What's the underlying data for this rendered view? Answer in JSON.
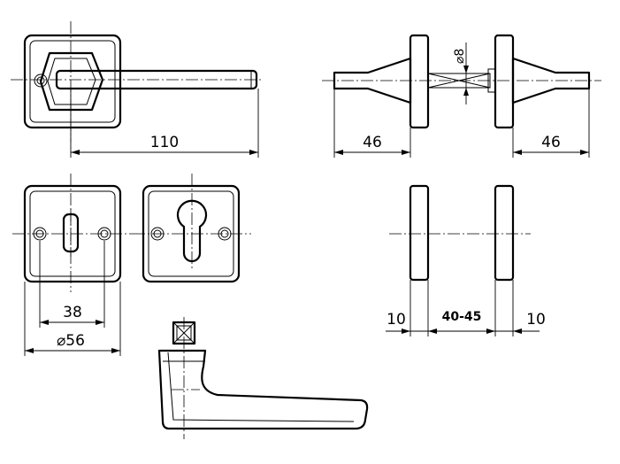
{
  "dimensions": {
    "lever_length": "110",
    "rose_projection_left": "46",
    "rose_projection_right": "46",
    "spindle_diameter": "⌀8",
    "fixing_center_distance": "38",
    "rose_diameter": "⌀56",
    "rose_thickness_left": "10",
    "door_thickness_range": "40-45",
    "rose_thickness_right": "10"
  }
}
